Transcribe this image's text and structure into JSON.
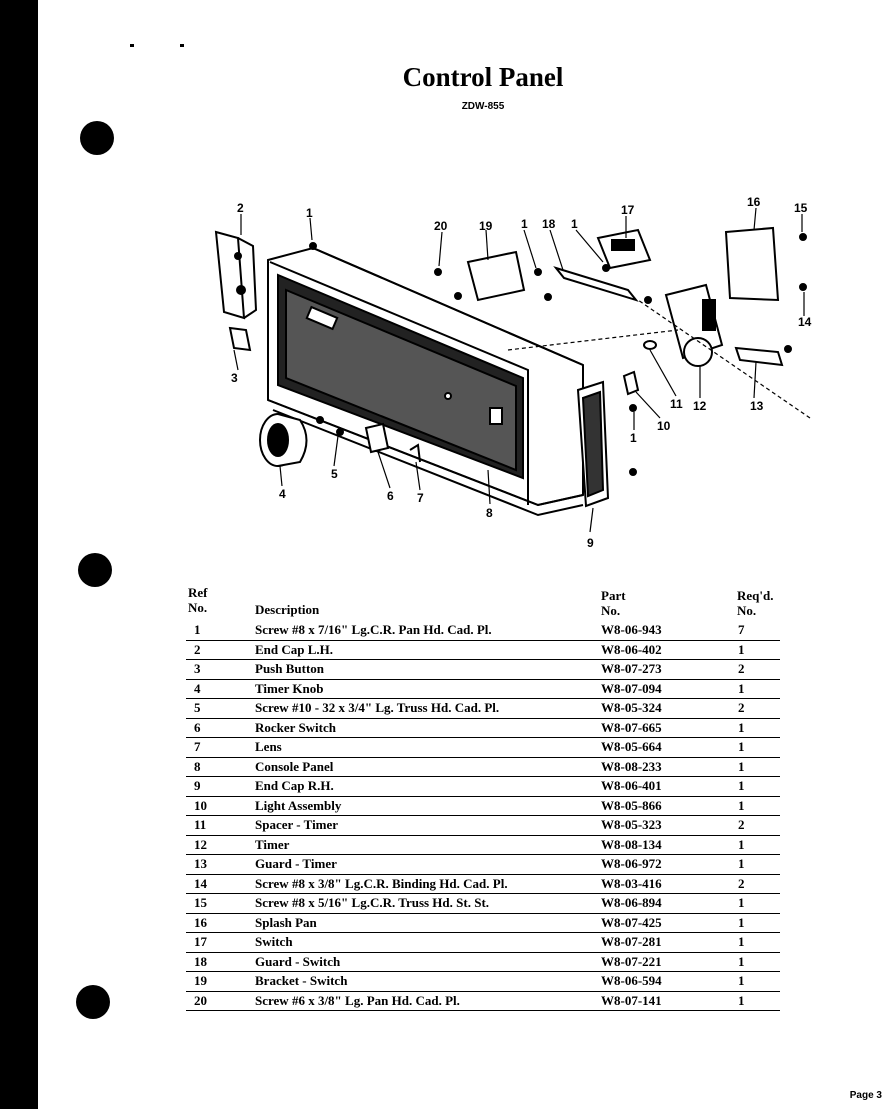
{
  "title": "Control Panel",
  "model": "ZDW-855",
  "page_label": "Page 3",
  "callouts": [
    "1",
    "2",
    "3",
    "4",
    "5",
    "6",
    "7",
    "8",
    "9",
    "10",
    "11",
    "12",
    "13",
    "14",
    "15",
    "16",
    "17",
    "18",
    "19",
    "20"
  ],
  "table": {
    "headers": {
      "ref_line1": "Ref",
      "ref_line2": "No.",
      "description": "Description",
      "part_line1": "Part",
      "part_line2": "No.",
      "qty_line1": "Req'd.",
      "qty_line2": "No."
    },
    "rows": [
      {
        "ref": "1",
        "desc": "Screw #8 x 7/16\" Lg.C.R. Pan Hd. Cad. Pl.",
        "part": "W8-06-943",
        "qty": "7"
      },
      {
        "ref": "2",
        "desc": "End Cap L.H.",
        "part": "W8-06-402",
        "qty": "1"
      },
      {
        "ref": "3",
        "desc": "Push Button",
        "part": "W8-07-273",
        "qty": "2"
      },
      {
        "ref": "4",
        "desc": "Timer Knob",
        "part": "W8-07-094",
        "qty": "1"
      },
      {
        "ref": "5",
        "desc": "Screw #10 - 32 x 3/4\" Lg. Truss Hd. Cad. Pl.",
        "part": "W8-05-324",
        "qty": "2"
      },
      {
        "ref": "6",
        "desc": "Rocker Switch",
        "part": "W8-07-665",
        "qty": "1"
      },
      {
        "ref": "7",
        "desc": "Lens",
        "part": "W8-05-664",
        "qty": "1"
      },
      {
        "ref": "8",
        "desc": "Console Panel",
        "part": "W8-08-233",
        "qty": "1"
      },
      {
        "ref": "9",
        "desc": "End Cap R.H.",
        "part": "W8-06-401",
        "qty": "1"
      },
      {
        "ref": "10",
        "desc": "Light Assembly",
        "part": "W8-05-866",
        "qty": "1"
      },
      {
        "ref": "11",
        "desc": "Spacer - Timer",
        "part": "W8-05-323",
        "qty": "2"
      },
      {
        "ref": "12",
        "desc": "Timer",
        "part": "W8-08-134",
        "qty": "1"
      },
      {
        "ref": "13",
        "desc": "Guard - Timer",
        "part": "W8-06-972",
        "qty": "1"
      },
      {
        "ref": "14",
        "desc": "Screw #8 x 3/8\" Lg.C.R. Binding Hd. Cad. Pl.",
        "part": "W8-03-416",
        "qty": "2"
      },
      {
        "ref": "15",
        "desc": "Screw #8 x 5/16\" Lg.C.R. Truss Hd. St. St.",
        "part": "W8-06-894",
        "qty": "1"
      },
      {
        "ref": "16",
        "desc": "Splash Pan",
        "part": "W8-07-425",
        "qty": "1"
      },
      {
        "ref": "17",
        "desc": "Switch",
        "part": "W8-07-281",
        "qty": "1"
      },
      {
        "ref": "18",
        "desc": "Guard - Switch",
        "part": "W8-07-221",
        "qty": "1"
      },
      {
        "ref": "19",
        "desc": "Bracket - Switch",
        "part": "W8-06-594",
        "qty": "1"
      },
      {
        "ref": "20",
        "desc": "Screw #6 x 3/8\" Lg. Pan Hd. Cad. Pl.",
        "part": "W8-07-141",
        "qty": "1"
      }
    ]
  }
}
